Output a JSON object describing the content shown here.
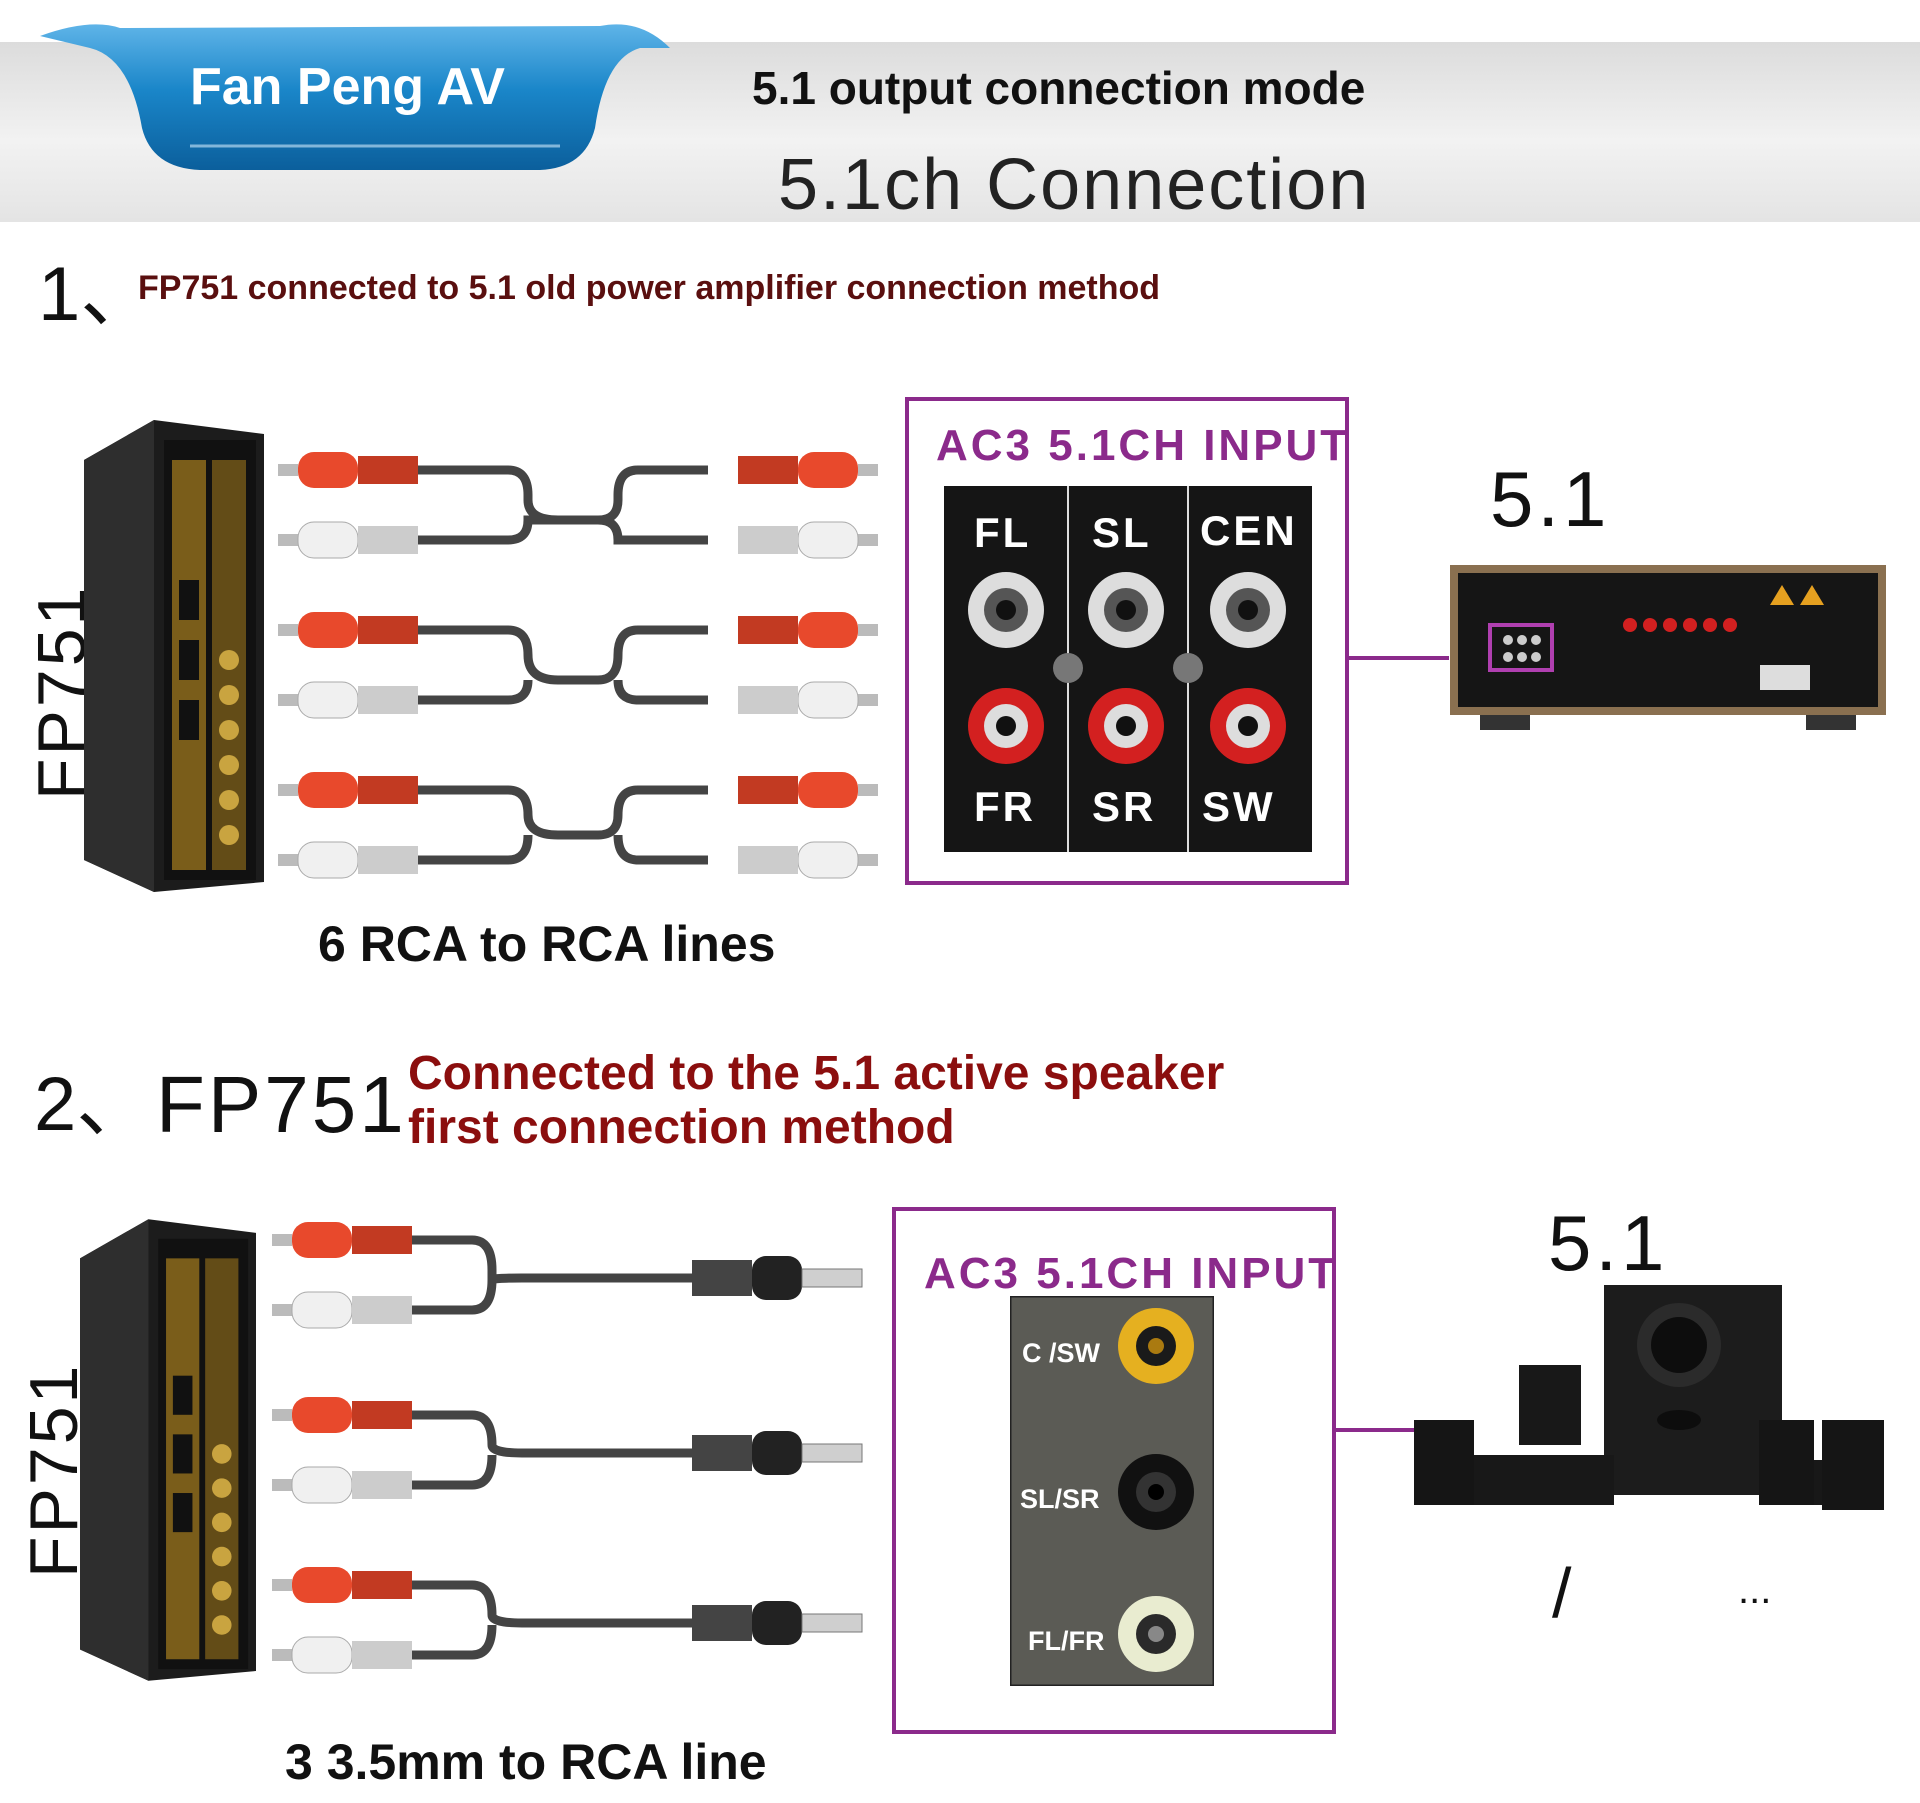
{
  "header": {
    "brand": "Fan Peng AV",
    "mode_title": "5.1 output connection mode",
    "channel_title": "5.1ch Connection",
    "colors": {
      "brand_blue": "#1a86c9",
      "band_gray": "#e6e6e6"
    }
  },
  "section1": {
    "number": "1、",
    "heading": "FP751 connected to 5.1 old power amplifier connection method",
    "device_label": "FP751",
    "cable_caption": "6 RCA to RCA lines",
    "input_title": "AC3 5.1CH INPUT",
    "jacks_top": [
      "FL",
      "SL",
      "CEN"
    ],
    "jacks_bottom": [
      "FR",
      "SR",
      "SW"
    ],
    "target_label": "5.1",
    "target_icon": "amplifier-rear-panel"
  },
  "section2": {
    "number": "2、",
    "device_model": "FP751",
    "heading_line1": "Connected to the 5.1 active speaker",
    "heading_line2": "first connection method",
    "device_label": "FP751",
    "cable_caption": "3 3.5mm to RCA line",
    "input_title": "AC3 5.1CH INPUT",
    "jacks": [
      "C /SW",
      "SL/SR",
      "FL/FR"
    ],
    "target_label": "5.1",
    "extra_slash": "/",
    "extra_dots": "...",
    "target_icon": "speaker-system"
  },
  "colors": {
    "accent_purple": "#8b2a8b",
    "heading_red": "#8b0e0e",
    "rca_red": "#e8492c",
    "rca_white": "#f0f0f0"
  }
}
